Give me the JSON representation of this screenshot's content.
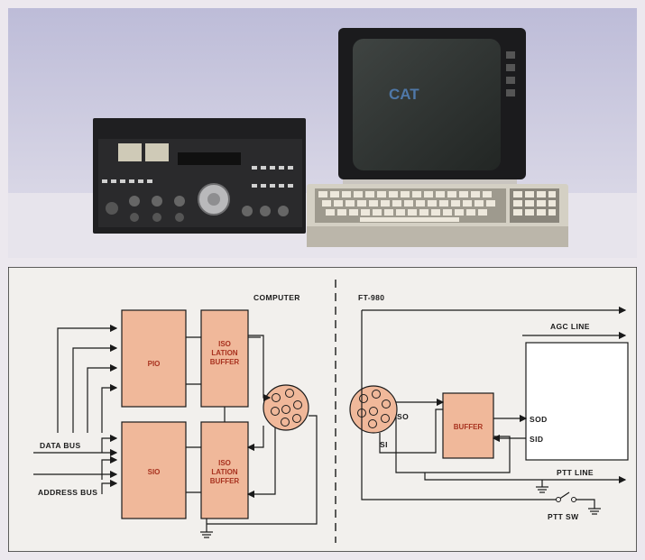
{
  "photo": {
    "monitor_screen_text": "CAT"
  },
  "diagram": {
    "computer_label": "COMPUTER",
    "ft980_label": "FT-980",
    "pio_label": "PIO",
    "sio_label": "SIO",
    "iso_buffer_1": [
      "ISO",
      "LATION",
      "BUFFER"
    ],
    "iso_buffer_2": [
      "ISO",
      "LATION",
      "BUFFER"
    ],
    "data_bus_label": "DATA BUS",
    "address_bus_label": "ADDRESS BUS",
    "so_label": "SO",
    "si_label": "SI",
    "buffer_label": "BUFFER",
    "agc_line_label": "AGC LINE",
    "sod_label": "SOD",
    "sid_label": "SID",
    "ptt_line_label": "PTT LINE",
    "ptt_sw_label": "PTT SW"
  },
  "colors": {
    "block_fill": "#f0b89a",
    "block_text": "#a8321f",
    "line": "#1a1a1a",
    "diagram_bg": "#f2f0ed"
  }
}
